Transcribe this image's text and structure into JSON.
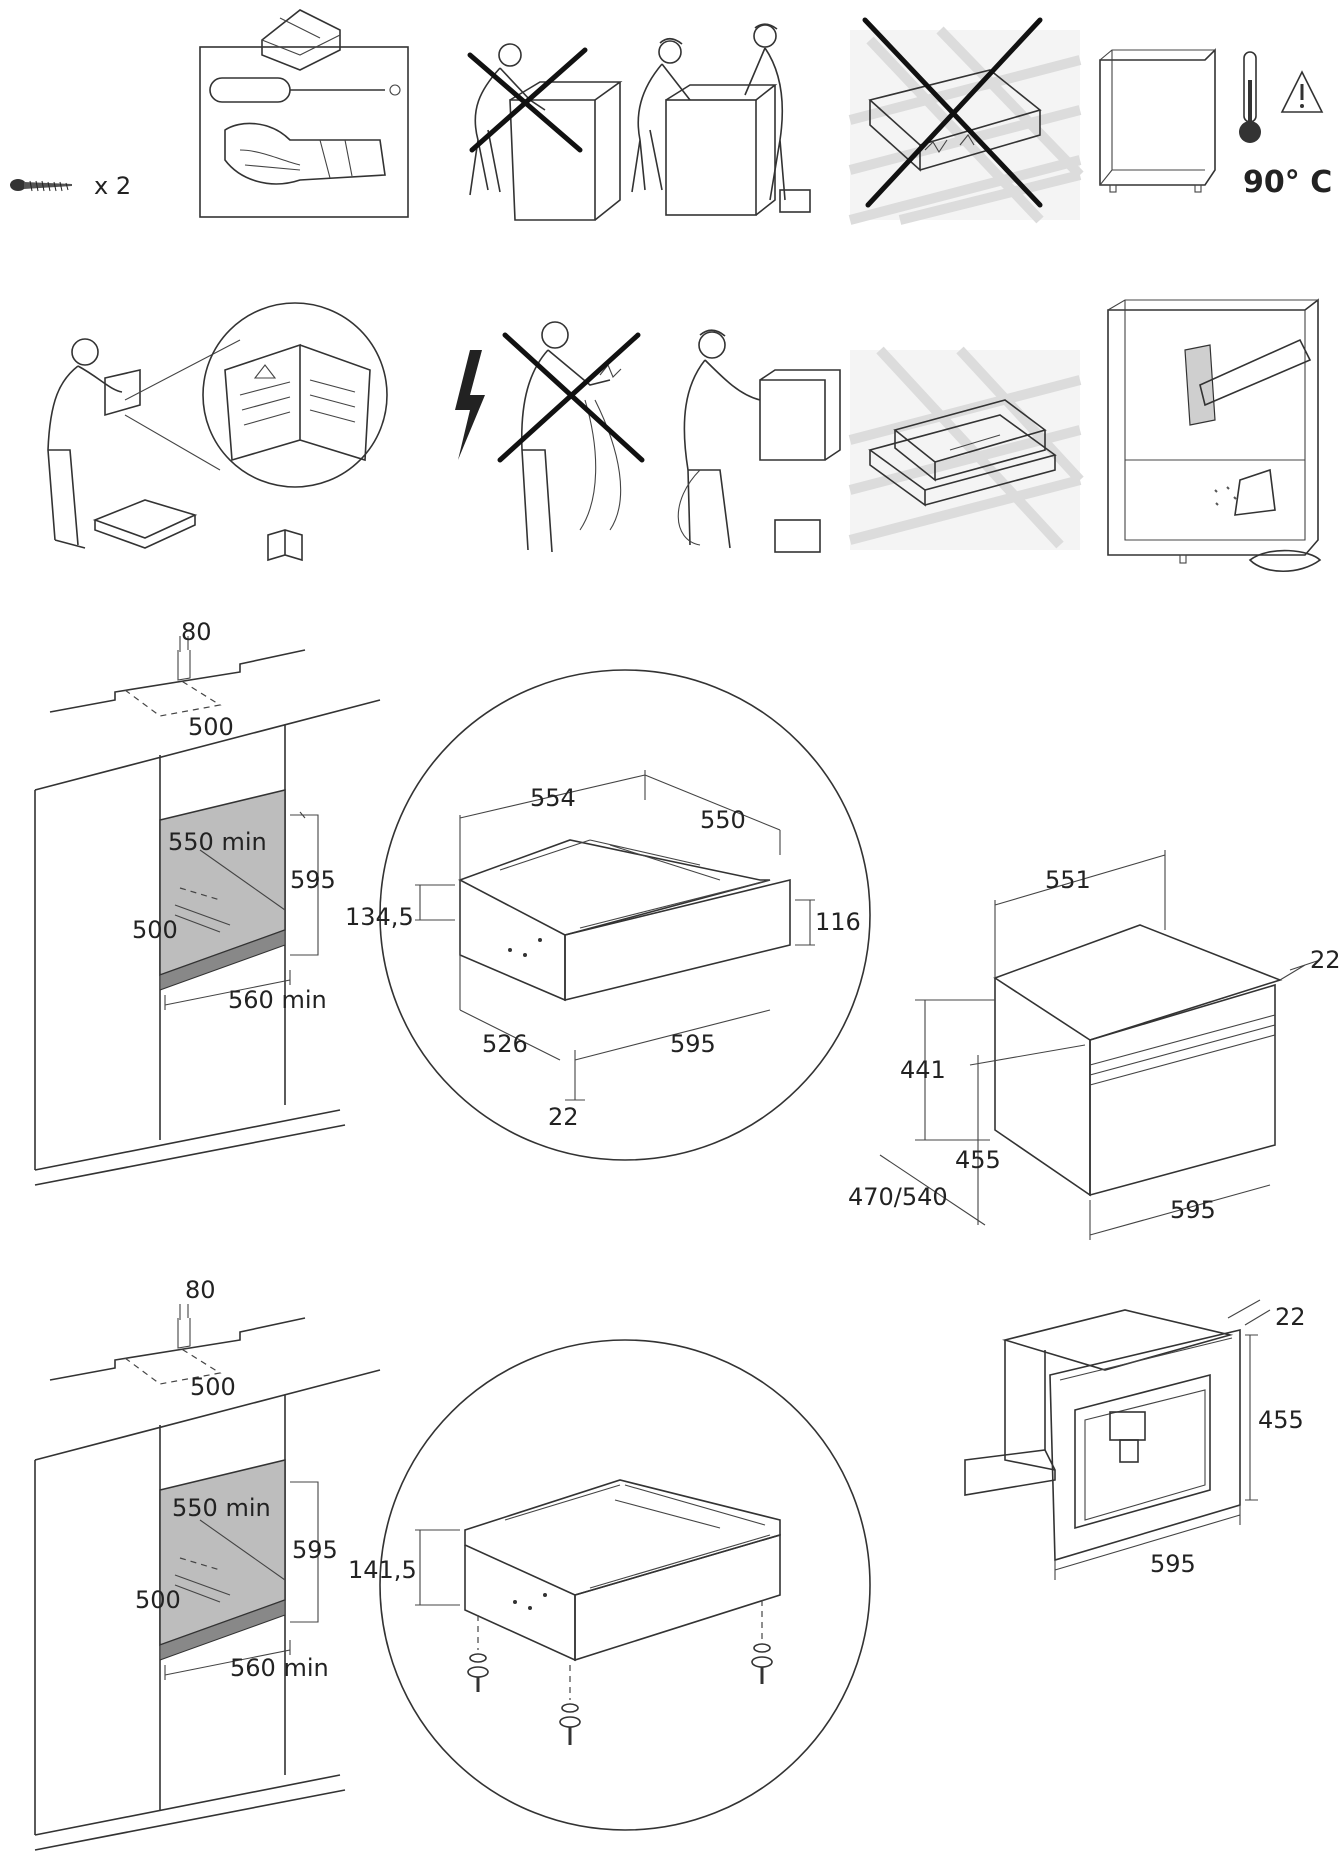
{
  "pictograms": {
    "screw_count": "x 2",
    "temperature": "90° C"
  },
  "cabinet_electric": {
    "top_depth": "80",
    "top_width": "500",
    "inner_depth": "550 min",
    "height": "595",
    "side_depth": "500",
    "width": "560 min"
  },
  "drawer_electric": {
    "width_top": "554",
    "depth_top": "550",
    "height_left": "134,5",
    "height_right": "116",
    "depth_bottom": "526",
    "width_front": "595",
    "front_thickness": "22"
  },
  "appliance_box": {
    "depth": "551",
    "front_thickness": "22",
    "body_height": "441",
    "total_height": "455",
    "cabinet_depth": "470/540",
    "width": "595"
  },
  "cabinet_second": {
    "top_depth": "80",
    "top_width": "500",
    "inner_depth": "550 min",
    "height": "595",
    "side_depth": "500",
    "width": "560 min"
  },
  "drawer_second": {
    "height_left": "141,5"
  },
  "coffee_machine": {
    "front_thickness": "22",
    "height": "455",
    "width": "595"
  }
}
